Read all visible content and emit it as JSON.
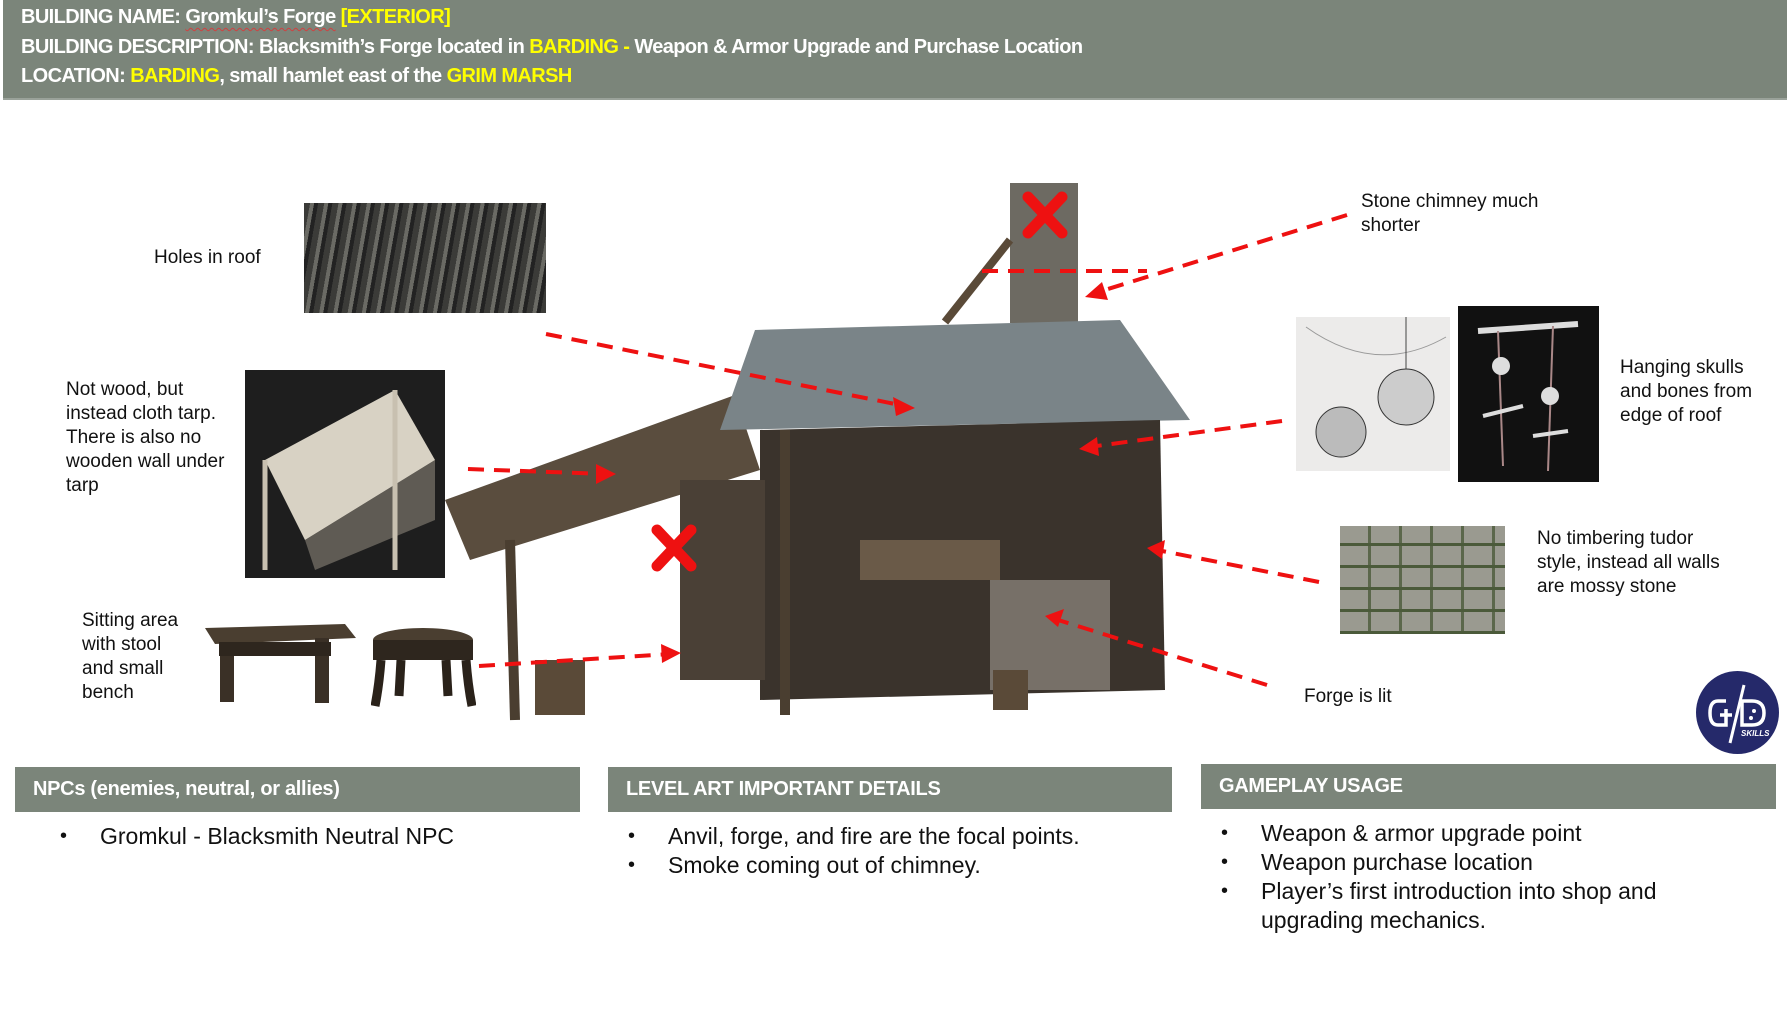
{
  "header": {
    "name_label": "BUILDING NAME:",
    "name_value": "Gromkul’s Forge",
    "name_tag": "[EXTERIOR]",
    "desc_label": "BUILDING DESCRIPTION:",
    "desc_part1": "Blacksmith’s Forge located in",
    "desc_place": "BARDING -",
    "desc_part2": "Weapon & Armor Upgrade and Purchase Location",
    "loc_label": "LOCATION:",
    "loc_place": "BARDING",
    "loc_part": ", small hamlet east of the",
    "loc_region": "GRIM MARSH"
  },
  "annotations": {
    "roof": "Holes in roof",
    "tarp": "Not wood, but instead cloth tarp. There is also no wooden wall under tarp",
    "seating": "Sitting area with stool and small bench",
    "chimney": "Stone chimney much shorter",
    "skulls": "Hanging skulls and bones from edge of roof",
    "walls": "No timbering tudor style, instead all walls are mossy stone",
    "forge": "Forge is lit"
  },
  "logo": {
    "text": "SKILLS",
    "color": "#25296a"
  },
  "panels": [
    {
      "title": "NPCs (enemies, neutral, or allies)",
      "items": [
        "Gromkul - Blacksmith Neutral NPC"
      ]
    },
    {
      "title": "LEVEL ART IMPORTANT DETAILS",
      "items": [
        "Anvil, forge, and fire are the focal points.",
        "Smoke coming out of chimney."
      ]
    },
    {
      "title": "GAMEPLAY USAGE",
      "items": [
        "Weapon & armor upgrade point",
        "Weapon purchase location",
        "Player’s first introduction into shop and upgrading mechanics."
      ]
    }
  ],
  "colors": {
    "header_bg": "#7b857a",
    "highlight": "#ffff00",
    "arrow": "#ee1111"
  }
}
